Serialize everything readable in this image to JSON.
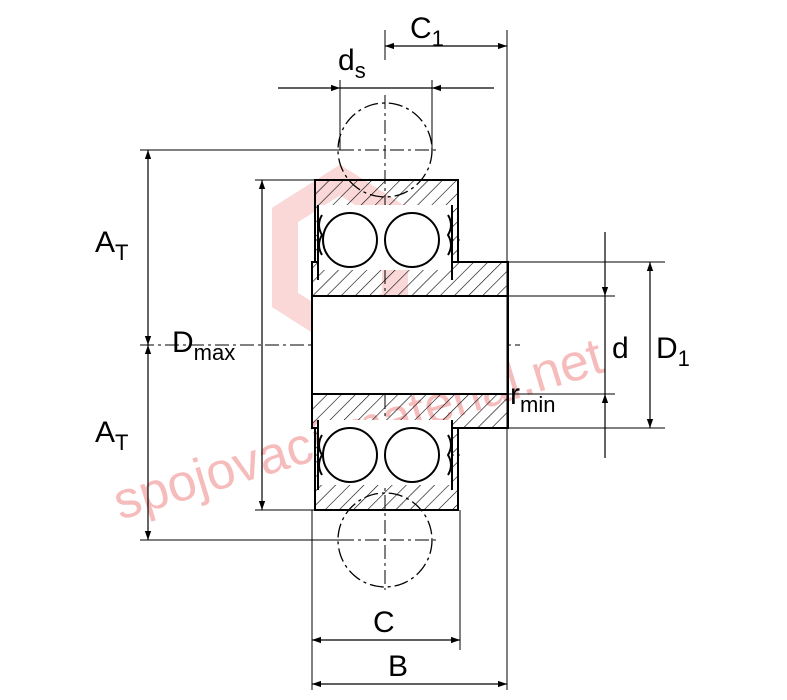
{
  "labels": {
    "c1": "C",
    "c1_sub": "1",
    "ds": "d",
    "ds_sub": "s",
    "at_top": "A",
    "at_top_sub": "T",
    "at_bottom": "A",
    "at_bottom_sub": "T",
    "dmax": "D",
    "dmax_sub": "max",
    "d": "d",
    "d1": "D",
    "d1_sub": "1",
    "rmin": "r",
    "rmin_sub": "min",
    "c": "C",
    "b": "B"
  },
  "watermark": {
    "text": "spojovací-materiál.net",
    "color": "#f4a6a6",
    "logo_color": "#f6b8b8"
  }
}
